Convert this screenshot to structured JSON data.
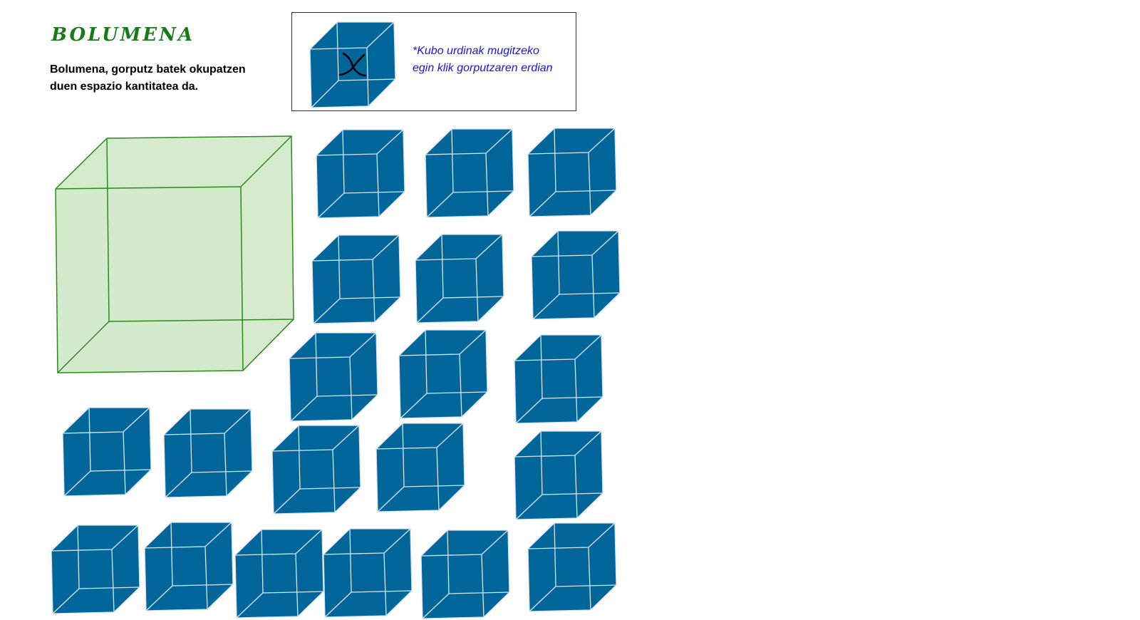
{
  "title": "BOLUMENA",
  "description": {
    "line1": "Bolumena, gorputz batek okupatzen",
    "line2": "duen espazio kantitatea da."
  },
  "instruction": {
    "line1": "*Kubo urdinak mugitzeko",
    "line2": "egin klik gorputzaren erdian"
  },
  "colors": {
    "title": "#1a7a1a",
    "instruction_text": "#1515e6",
    "blue_cube_fill": "#03669b",
    "blue_cube_edges": "#d9e6ee",
    "green_cube_fill": "#cfe8c6",
    "green_cube_edges": "#2b8a1a"
  },
  "icons": {
    "drag_marker": "x-cross-icon"
  },
  "blue_cube_count": 21
}
